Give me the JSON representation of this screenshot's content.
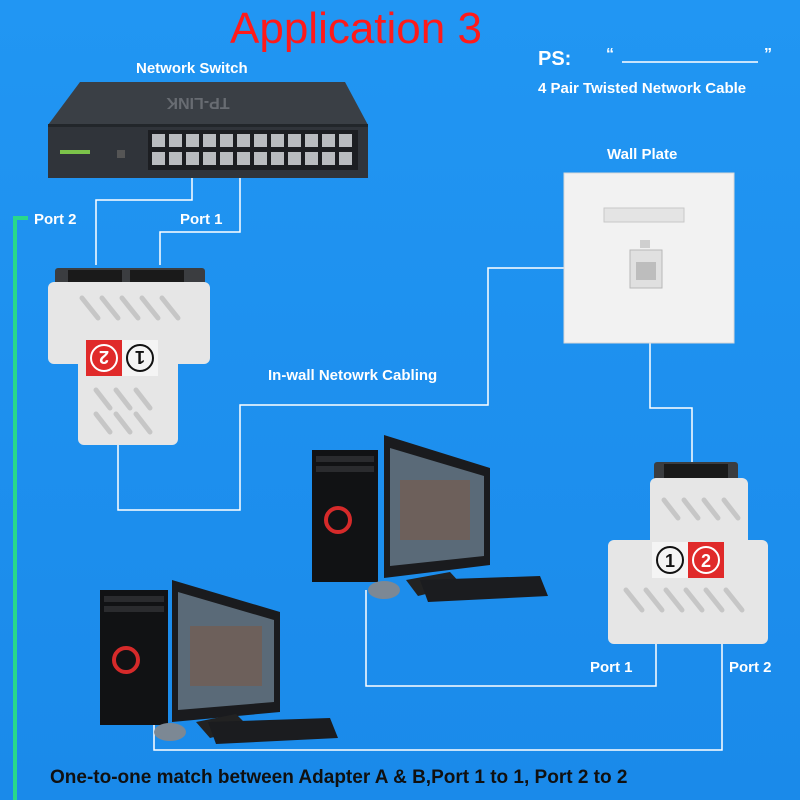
{
  "title": "Application 3",
  "ps": {
    "label": "PS:",
    "quote_open": "“",
    "quote_close": "”",
    "caption": "4 Pair Twisted Network Cable"
  },
  "labels": {
    "network_switch": "Network Switch",
    "wall_plate": "Wall Plate",
    "switch_port1": "Port 1",
    "switch_port2": "Port 2",
    "in_wall": "In-wall Netowrk Cabling",
    "adapter_b_port1": "Port 1",
    "adapter_b_port2": "Port 2",
    "footer": "One-to-one match between Adapter A & B,Port 1 to 1, Port 2 to 2"
  },
  "switch_brand": "TP-LINK",
  "badges": {
    "a_first": "2",
    "a_second": "1",
    "b_first": "1",
    "b_second": "2"
  },
  "colors": {
    "background": "#2196f3",
    "title": "#ff1a1a",
    "badge_red": "#e02a2a",
    "green_cable": "#29d88a",
    "cable": "#ffffff"
  }
}
